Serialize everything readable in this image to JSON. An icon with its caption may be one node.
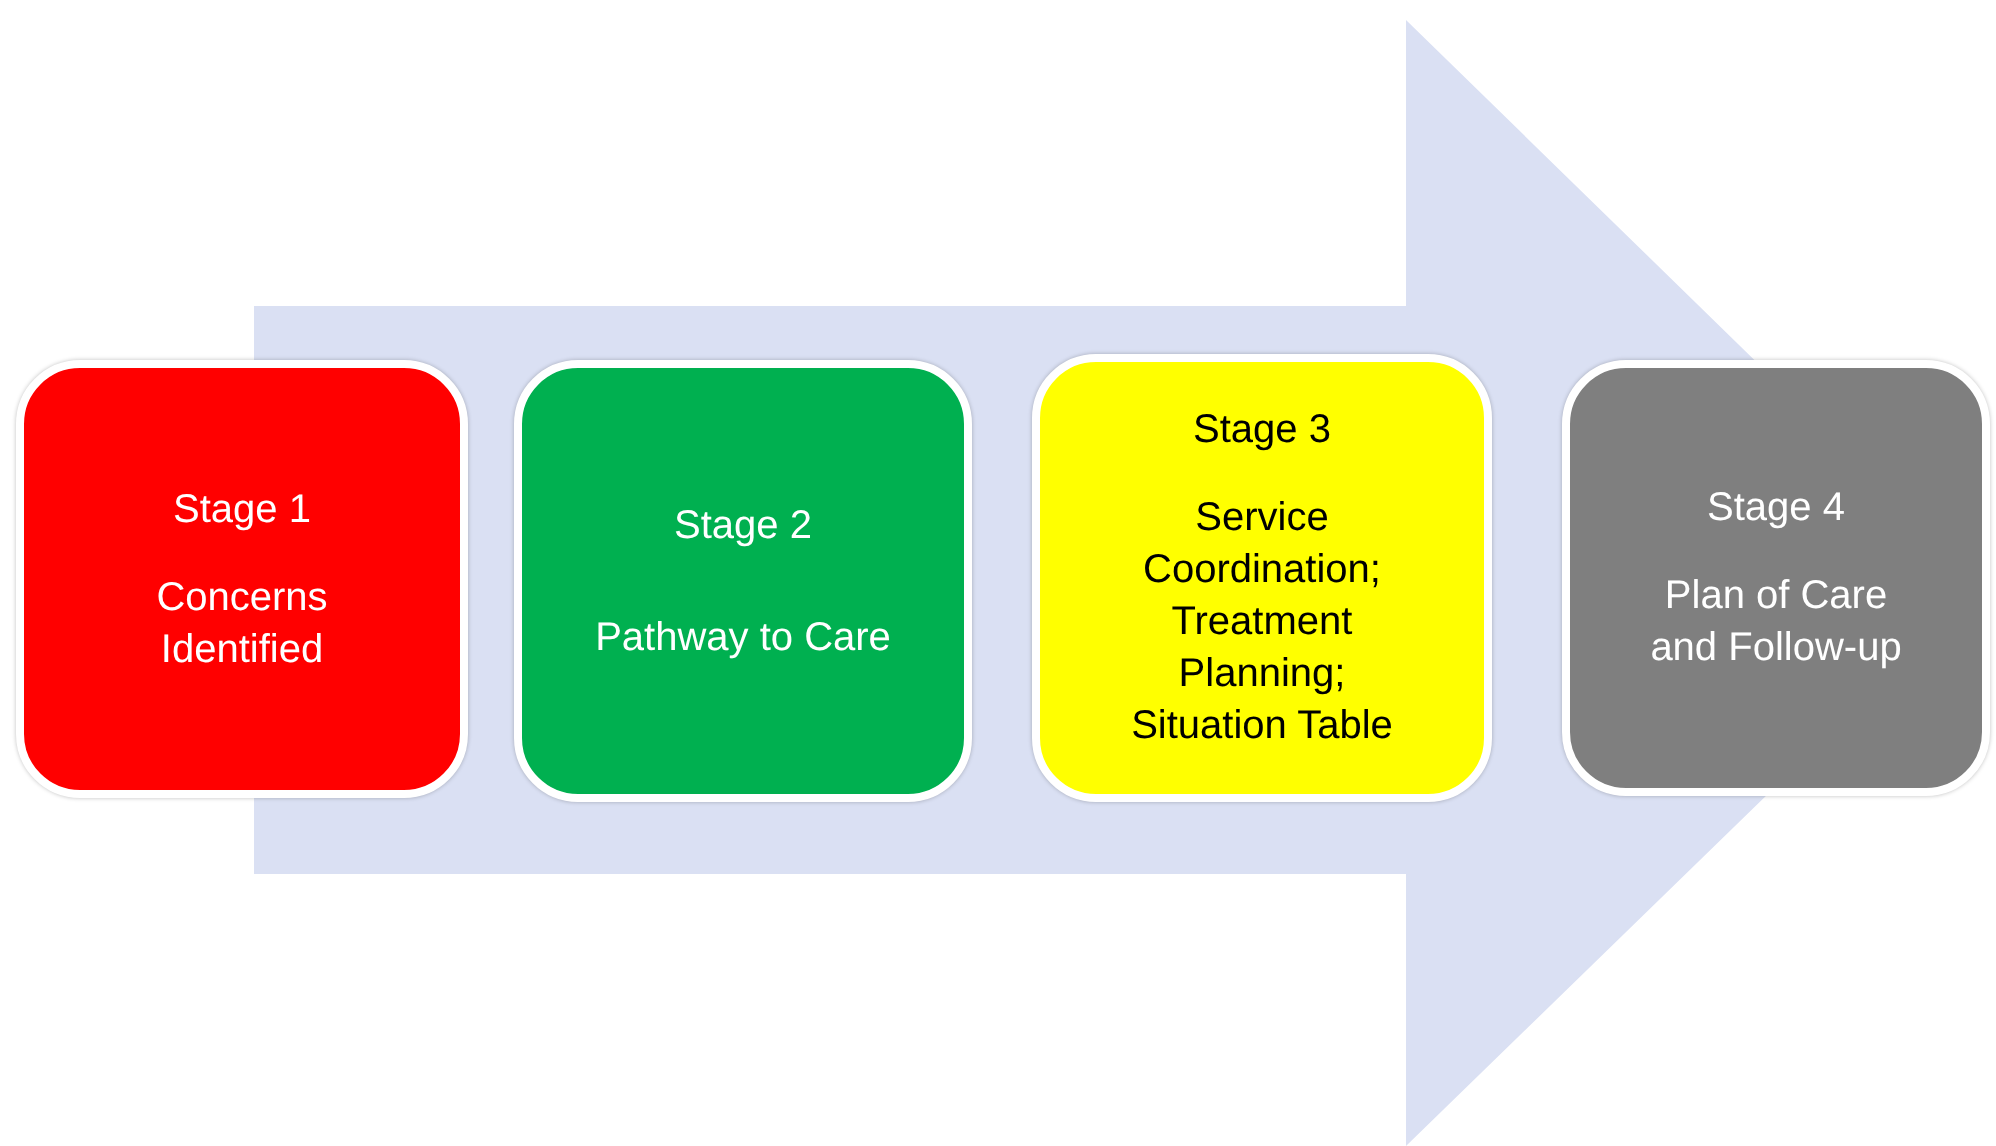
{
  "diagram": {
    "nodes": [
      {
        "text": [
          "Stage 1",
          "Concerns Identified"
        ]
      },
      {
        "text": [
          "Stage 2",
          "Pathway to Care"
        ]
      },
      {
        "text": [
          "Stage 3",
          "Service Coordination; Treatment Planning; Situation Table"
        ]
      },
      {
        "text": [
          "Stage 4",
          "Plan of Care and Follow-up"
        ]
      }
    ],
    "edges": [
      {
        "from": 0,
        "to": 3,
        "arrow": "to"
      }
    ]
  }
}
